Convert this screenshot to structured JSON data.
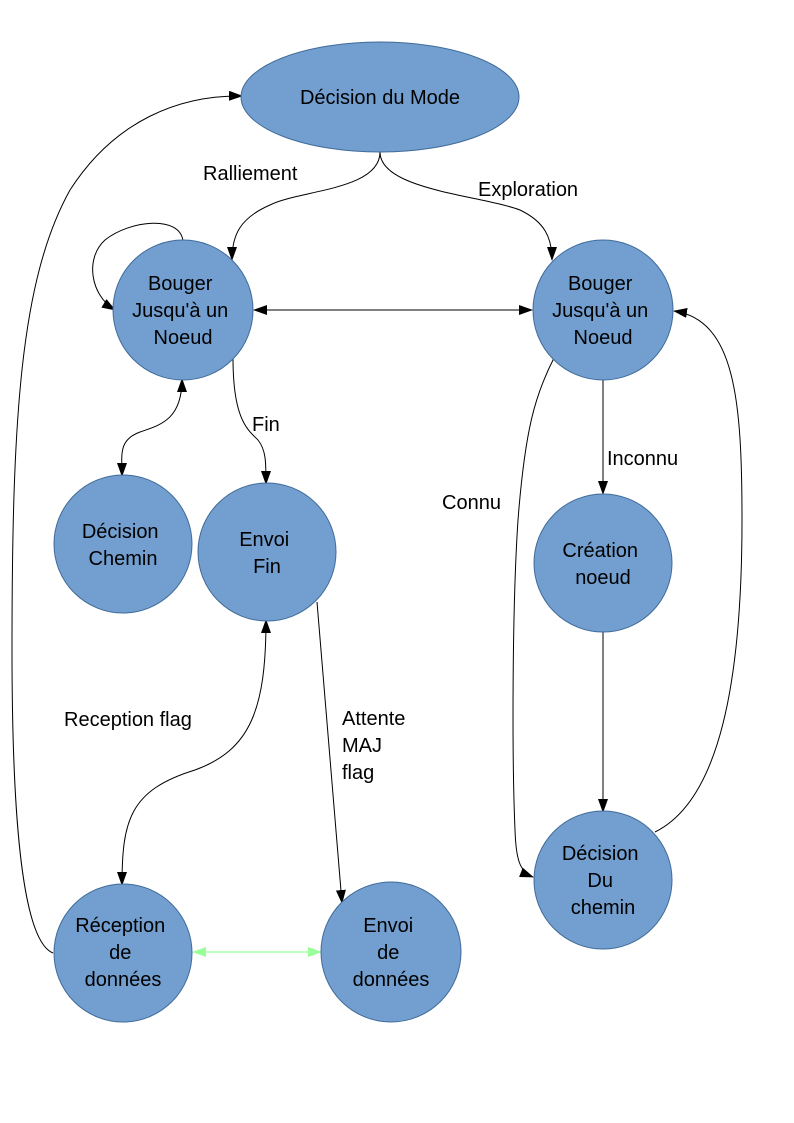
{
  "colors": {
    "node_fill": "#729fcf",
    "edge": "#000000",
    "highlight_edge": "#99ff99"
  },
  "nodes": {
    "decision_mode": {
      "lines": [
        "Décision du Mode"
      ]
    },
    "move_left": {
      "lines": [
        "Bouger",
        "Jusqu'à un",
        "Noeud"
      ]
    },
    "move_right": {
      "lines": [
        "Bouger",
        "Jusqu'à un",
        "Noeud"
      ]
    },
    "decision_path": {
      "lines": [
        "Décision",
        "Chemin"
      ]
    },
    "send_end": {
      "lines": [
        "Envoi",
        "Fin"
      ]
    },
    "create_node": {
      "lines": [
        "Création",
        "noeud"
      ]
    },
    "decision_route": {
      "lines": [
        "Décision",
        "Du",
        "chemin"
      ]
    },
    "receive_data": {
      "lines": [
        "Réception",
        "de",
        "données"
      ]
    },
    "send_data": {
      "lines": [
        "Envoi",
        "de",
        "données"
      ]
    }
  },
  "edge_labels": {
    "ralliement": "Ralliement",
    "exploration": "Exploration",
    "fin": "Fin",
    "inconnu": "Inconnu",
    "connu": "Connu",
    "reception_flag": "Reception flag",
    "attente": [
      "Attente",
      "MAJ",
      "flag"
    ]
  }
}
